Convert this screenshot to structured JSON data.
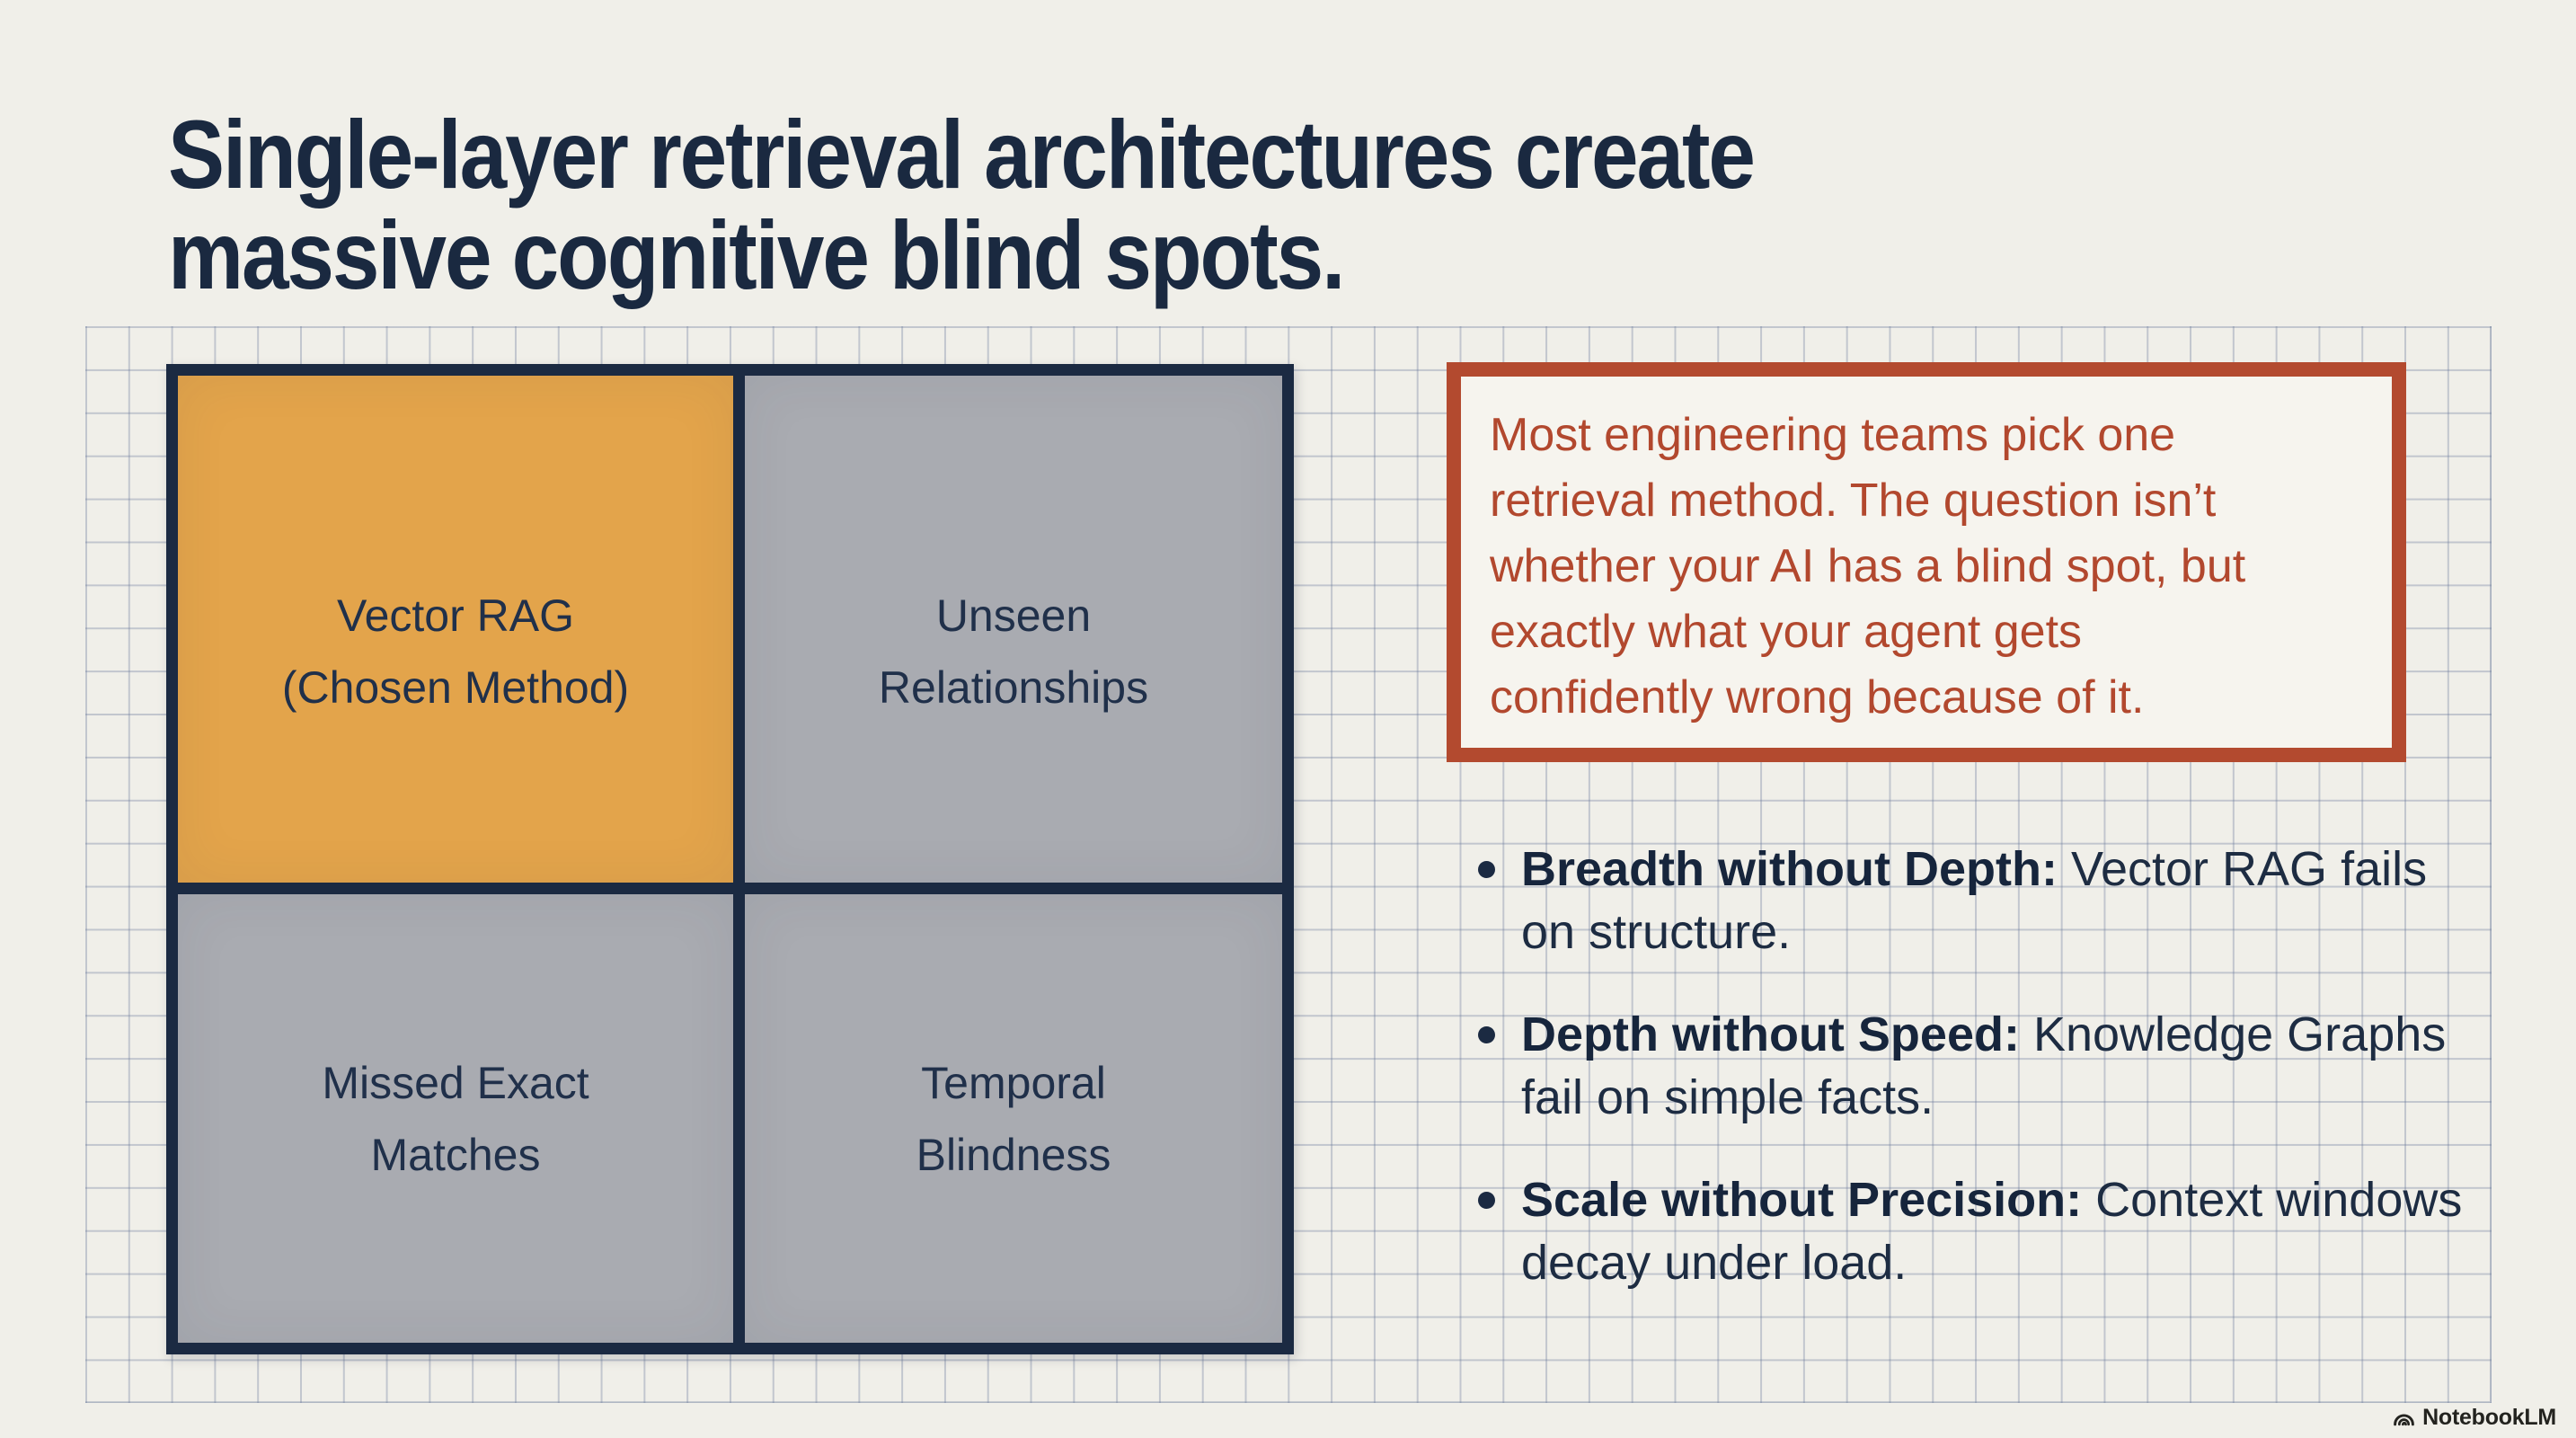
{
  "page": {
    "background_color": "#f0efe9",
    "grid_line_color": "rgba(104,120,153,0.34)"
  },
  "title": {
    "lines": [
      "Single-layer retrieval architectures create",
      "massive cognitive blind spots."
    ],
    "color": "#1a2940"
  },
  "quadrant_chart": {
    "border_color": "#1b2a42",
    "cells": [
      {
        "lines": [
          "Vector RAG",
          "(Chosen Method)"
        ],
        "fill": "#e3a44b",
        "highlighted": true
      },
      {
        "lines": [
          "Unseen",
          "Relationships"
        ],
        "fill": "#a9abb1",
        "highlighted": false
      },
      {
        "lines": [
          "Missed Exact",
          "Matches"
        ],
        "fill": "#a9abb1",
        "highlighted": false
      },
      {
        "lines": [
          "Temporal",
          "Blindness"
        ],
        "fill": "#a9abb1",
        "highlighted": false
      }
    ]
  },
  "callout": {
    "border_color": "#b34a2f",
    "text_color": "#b2482e",
    "lines": [
      "Most engineering teams pick one",
      "retrieval method. The question isn’t",
      "whether your AI has a blind spot, but",
      "exactly what your agent gets",
      "confidently wrong because of it."
    ]
  },
  "bullets": {
    "items": [
      {
        "lead": "Breadth without Depth:",
        "rest": "Vector RAG fails on structure."
      },
      {
        "lead": "Depth without Speed:",
        "rest": "Knowledge Graphs fail on simple facts."
      },
      {
        "lead": "Scale without Precision:",
        "rest": "Context windows decay under load."
      }
    ]
  },
  "footer": {
    "brand": "NotebookLM"
  }
}
